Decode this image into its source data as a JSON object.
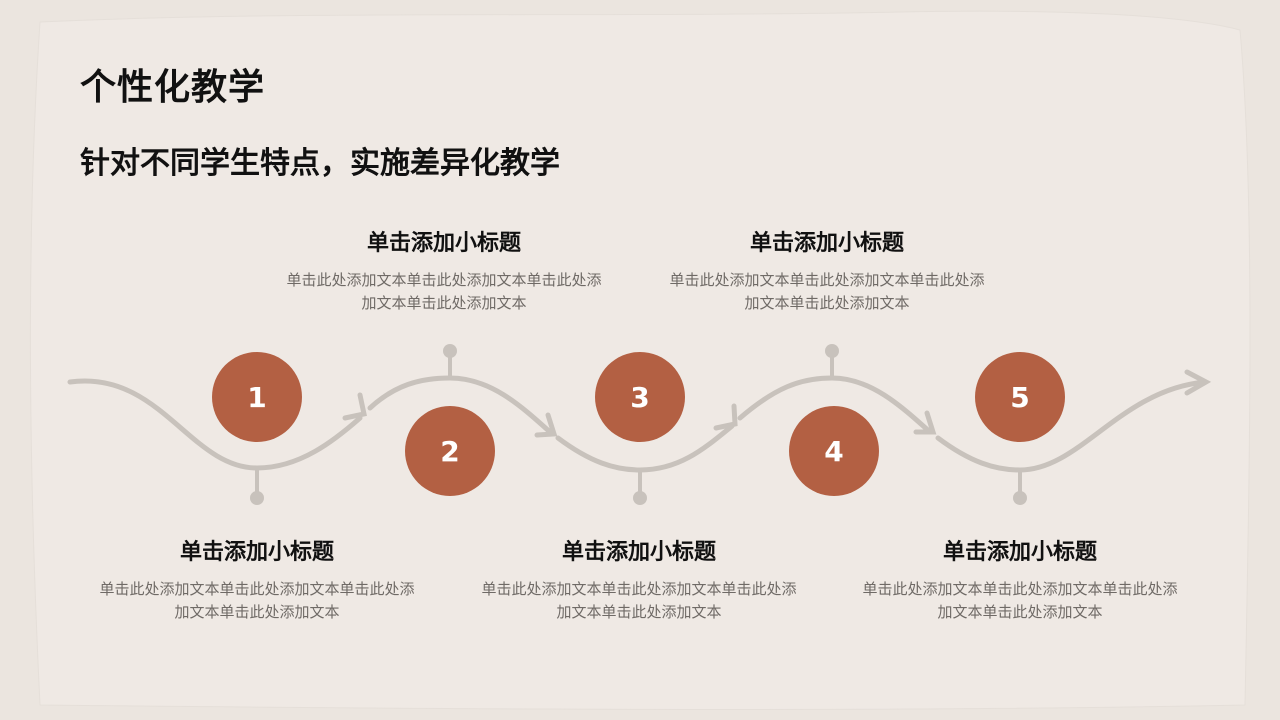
{
  "page": {
    "title": "个性化教学",
    "subtitle": "针对不同学生特点，实施差异化教学"
  },
  "colors": {
    "accent": "#b36043",
    "path": "#c8c2bc",
    "paper": "#efe9e4",
    "background": "#ebe5df"
  },
  "steps": [
    {
      "number": "1",
      "title": "单击添加小标题",
      "desc": "单击此处添加文本单击此处添加文本单击此处添加文本单击此处添加文本"
    },
    {
      "number": "2",
      "title": "单击添加小标题",
      "desc": "单击此处添加文本单击此处添加文本单击此处添加文本单击此处添加文本"
    },
    {
      "number": "3",
      "title": "单击添加小标题",
      "desc": "单击此处添加文本单击此处添加文本单击此处添加文本单击此处添加文本"
    },
    {
      "number": "4",
      "title": "单击添加小标题",
      "desc": "单击此处添加文本单击此处添加文本单击此处添加文本单击此处添加文本"
    },
    {
      "number": "5",
      "title": "单击添加小标题",
      "desc": "单击此处添加文本单击此处添加文本单击此处添加文本单击此处添加文本"
    }
  ]
}
